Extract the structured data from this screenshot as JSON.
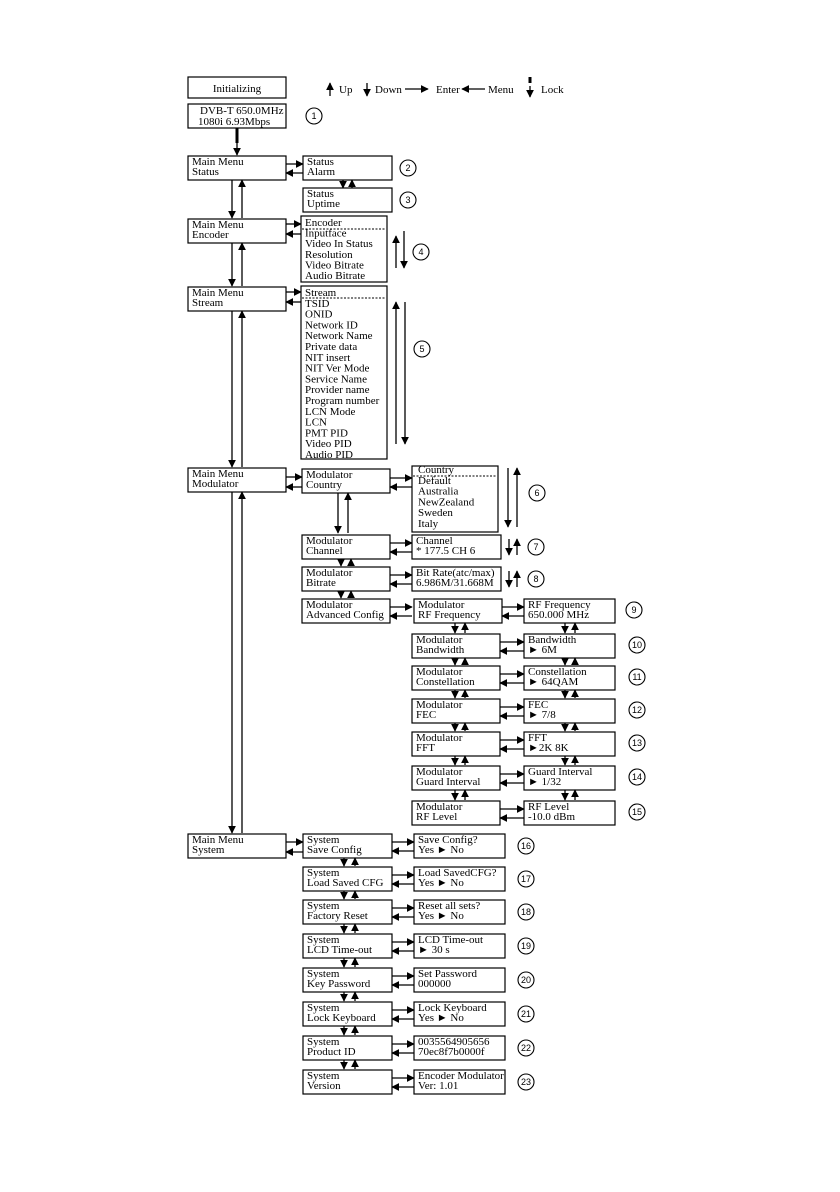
{
  "legend": {
    "up": "Up",
    "down": "Down",
    "enter": "Enter",
    "menu": "Menu",
    "lock": "Lock"
  },
  "init": {
    "title": "Initializing",
    "status_line1": "DVB-T  650.0MHz",
    "status_line2": "1080i      6.93Mbps",
    "num": "1"
  },
  "main": {
    "status": [
      "Main Menu",
      "Status"
    ],
    "encoder": [
      "Main Menu",
      "Encoder"
    ],
    "stream": [
      "Main Menu",
      "Stream"
    ],
    "modulator": [
      "Main Menu",
      "Modulator"
    ],
    "system": [
      "Main Menu",
      "System"
    ]
  },
  "status_sub": {
    "alarm": [
      "Status",
      "Alarm"
    ],
    "uptime": [
      "Status",
      "Uptime"
    ],
    "num_alarm": "2",
    "num_uptime": "3"
  },
  "encoder_list": {
    "items": [
      "Encoder",
      "Inputface",
      "Video In Status",
      "Resolution",
      "Video Bitrate",
      "Audio Bitrate"
    ],
    "num": "4"
  },
  "stream_list": {
    "items": [
      "Stream",
      "TSID",
      "ONID",
      "Network ID",
      "Network Name",
      "Private data",
      "NIT insert",
      "NIT Ver Mode",
      "Service Name",
      "Provider name",
      "Program number",
      "LCN Mode",
      "LCN",
      "PMT PID",
      "Video PID",
      "Audio PID"
    ],
    "num": "5"
  },
  "modulator_sub": [
    {
      "label": [
        "Modulator",
        "Country"
      ],
      "num": "6"
    },
    {
      "label": [
        "Modulator",
        "Channel"
      ],
      "value": [
        "Channel",
        "* 177.5 CH 6"
      ],
      "num": "7"
    },
    {
      "label": [
        "Modulator",
        "Bitrate"
      ],
      "value": [
        "Bit Rate(atc/max)",
        "6.986M/31.668M"
      ],
      "num": "8"
    },
    {
      "label": [
        "Modulator",
        "Advanced Config"
      ]
    }
  ],
  "country_list": {
    "items": [
      "Country",
      "Default",
      "Australia",
      "NewZealand",
      "Sweden",
      "Italy"
    ]
  },
  "advanced": [
    {
      "label": [
        "Modulator",
        "RF Frequency"
      ],
      "value": [
        "RF Frequency",
        "650.000 MHz"
      ],
      "num": "9"
    },
    {
      "label": [
        "Modulator",
        "Bandwidth"
      ],
      "value": [
        "Bandwidth",
        "► 6M"
      ],
      "num": "10"
    },
    {
      "label": [
        "Modulator",
        "Constellation"
      ],
      "value": [
        "Constellation",
        "► 64QAM"
      ],
      "num": "11"
    },
    {
      "label": [
        "Modulator",
        "FEC"
      ],
      "value": [
        "FEC",
        "► 7/8"
      ],
      "num": "12"
    },
    {
      "label": [
        "Modulator",
        "FFT"
      ],
      "value": [
        "FFT",
        "►2K   8K"
      ],
      "num": "13"
    },
    {
      "label": [
        "Modulator",
        "Guard Interval"
      ],
      "value": [
        "Guard Interval",
        "► 1/32"
      ],
      "num": "14"
    },
    {
      "label": [
        "Modulator",
        "RF Level"
      ],
      "value": [
        "RF Level",
        "-10.0 dBm"
      ],
      "num": "15"
    }
  ],
  "system_sub": [
    {
      "label": [
        "System",
        "Save Config"
      ],
      "value": [
        "Save Config?",
        "Yes         ► No"
      ],
      "num": "16"
    },
    {
      "label": [
        "System",
        "Load Saved CFG"
      ],
      "value": [
        "Load SavedCFG?",
        "Yes         ► No"
      ],
      "num": "17"
    },
    {
      "label": [
        "System",
        "Factory Reset"
      ],
      "value": [
        "Reset all sets?",
        "Yes         ► No"
      ],
      "num": "18"
    },
    {
      "label": [
        "System",
        "LCD Time-out"
      ],
      "value": [
        "LCD Time-out",
        "► 30 s"
      ],
      "num": "19"
    },
    {
      "label": [
        "System",
        "Key Password"
      ],
      "value": [
        "Set Password",
        "000000"
      ],
      "num": "20"
    },
    {
      "label": [
        "System",
        "Lock Keyboard"
      ],
      "value": [
        "Lock Keyboard",
        "Yes         ► No"
      ],
      "num": "21"
    },
    {
      "label": [
        "System",
        "Product ID"
      ],
      "value": [
        "0035564905656",
        "70ec8f7b0000f"
      ],
      "num": "22"
    },
    {
      "label": [
        "System",
        "Version"
      ],
      "value": [
        "Encoder Modulator",
        "Ver: 1.01"
      ],
      "num": "23"
    }
  ]
}
